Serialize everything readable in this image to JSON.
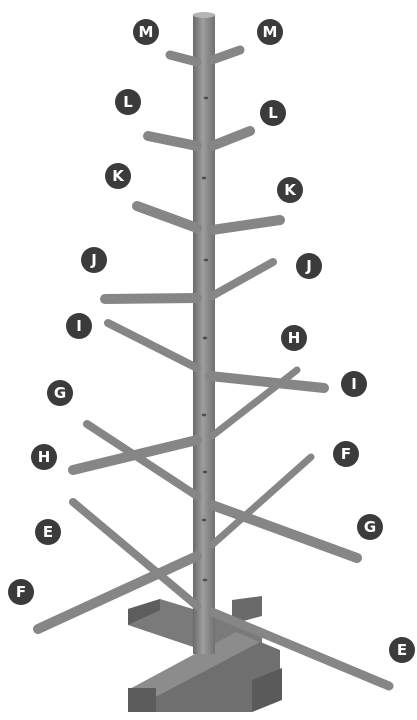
{
  "colors": {
    "wood_dark": "#5a5a5a",
    "wood_mid": "#8a8a8a",
    "wood_light": "#b3b3b3",
    "marker_fill": "#3b3b3b",
    "marker_text": "#ffffff"
  },
  "labels": {
    "m_left": "M",
    "m_right": "M",
    "l_left": "L",
    "l_right": "L",
    "k_left": "K",
    "k_right": "K",
    "j_left": "J",
    "j_right": "J",
    "i_left": "I",
    "i_right": "I",
    "h_right": "H",
    "h_left": "H",
    "g_left": "G",
    "g_right": "G",
    "f_right": "F",
    "f_left": "F",
    "e_left": "E",
    "e_right": "E"
  }
}
